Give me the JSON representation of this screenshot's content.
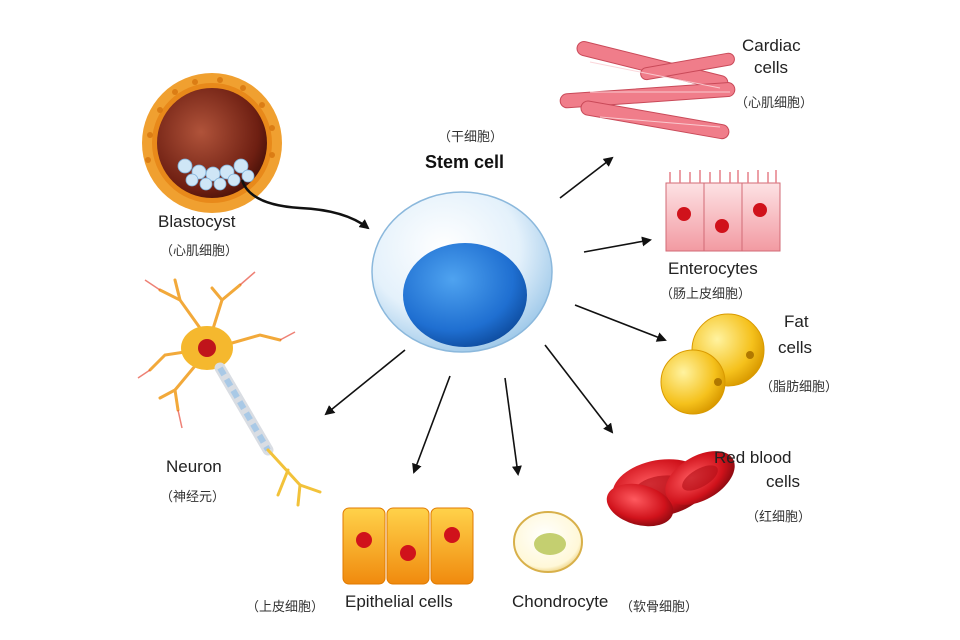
{
  "stem": {
    "zh": "（干细胞）",
    "en": "Stem cell"
  },
  "blastocyst": {
    "en": "Blastocyst",
    "zh": "（心肌细胞）"
  },
  "cardiac": {
    "line1": "Cardiac",
    "line2": "cells",
    "zh": "（心肌细胞）"
  },
  "enterocytes": {
    "en": "Enterocytes",
    "zh": "（肠上皮细胞）"
  },
  "fat": {
    "line1": "Fat",
    "line2": "cells",
    "zh": "（脂肪细胞）"
  },
  "rbc": {
    "line1": "Red blood",
    "line2": "cells",
    "zh": "（红细胞）"
  },
  "neuron": {
    "en": "Neuron",
    "zh": "（神经元）"
  },
  "epithelial": {
    "zh": "（上皮细胞）",
    "en": "Epithelial cells"
  },
  "chondrocyte": {
    "en": "Chondrocyte",
    "zh": "（软骨细胞）"
  },
  "colors": {
    "nucleus": "#1f6fd1",
    "cardiac": "#f07d8a",
    "fat": "#f5c11c",
    "rbc": "#d0121b",
    "epithelial": "#f7a01a"
  }
}
